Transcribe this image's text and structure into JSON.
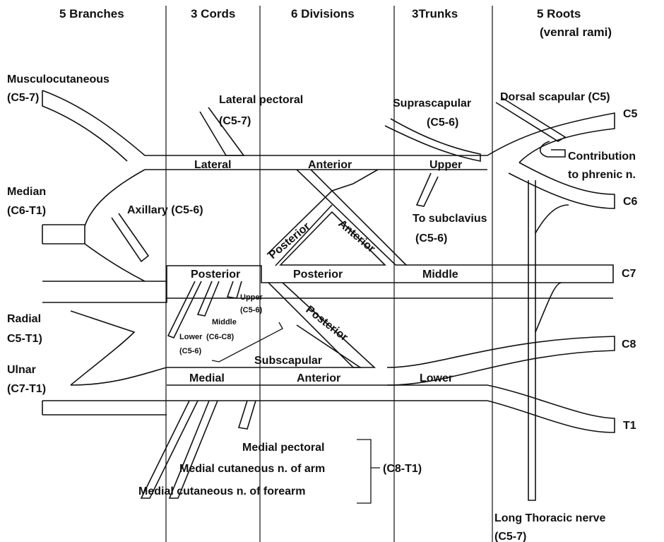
{
  "headers": {
    "branches": "5 Branches",
    "cords": "3 Cords",
    "divisions": "6 Divisions",
    "trunks": "3Trunks",
    "roots_line1": "5 Roots",
    "roots_line2": "(venral rami)"
  },
  "roots": {
    "c5": "C5",
    "c6": "C6",
    "c7": "C7",
    "c8": "C8",
    "t1": "T1"
  },
  "trunks": {
    "upper": "Upper",
    "middle": "Middle",
    "lower": "Lower"
  },
  "divisions": {
    "anterior_top": "Anterior",
    "anterior_diag": "Anterior",
    "posterior_diag_left": "Posterior",
    "posterior_center": "Posterior",
    "posterior_diag_low": "Posterior",
    "anterior_bottom": "Anterior"
  },
  "cords": {
    "lateral": "Lateral",
    "posterior": "Posterior",
    "medial": "Medial"
  },
  "branches": {
    "musculocutaneous": "Musculocutaneous",
    "musculocutaneous_roots": "(C5-7)",
    "median": "Median",
    "median_roots": "(C6-T1)",
    "radial": "Radial",
    "radial_roots": "C5-T1)",
    "ulnar": "Ulnar",
    "ulnar_roots": "(C7-T1)"
  },
  "nerves": {
    "dorsal_scapular": "Dorsal scapular (C5)",
    "contribution_line1": "Contribution",
    "contribution_line2": "to phrenic n.",
    "suprascapular": "Suprascapular",
    "suprascapular_roots": "(C5-6)",
    "to_subclavius": "To subclavius",
    "to_subclavius_roots": "(C5-6)",
    "lateral_pectoral": "Lateral pectoral",
    "lateral_pectoral_roots": "(C5-7)",
    "axillary": "Axillary (C5-6)",
    "upper_subscapular": "Upper",
    "upper_subscapular_roots": "(C5-6)",
    "middle_subscapular": "Middle",
    "lower_subscapular": "Lower",
    "lower_subscapular_roots": "(C6-C8)",
    "lower_subscapular_roots2": "(C5-6)",
    "subscapular": "Subscapular",
    "medial_pectoral": "Medial pectoral",
    "medial_cutaneous_arm": "Medial cutaneous n. of arm",
    "medial_cutaneous_forearm": "Medial cutaneous n. of forearm",
    "medial_roots": "(C8-T1)",
    "long_thoracic": "Long Thoracic nerve",
    "long_thoracic_roots": "(C5-7)"
  }
}
